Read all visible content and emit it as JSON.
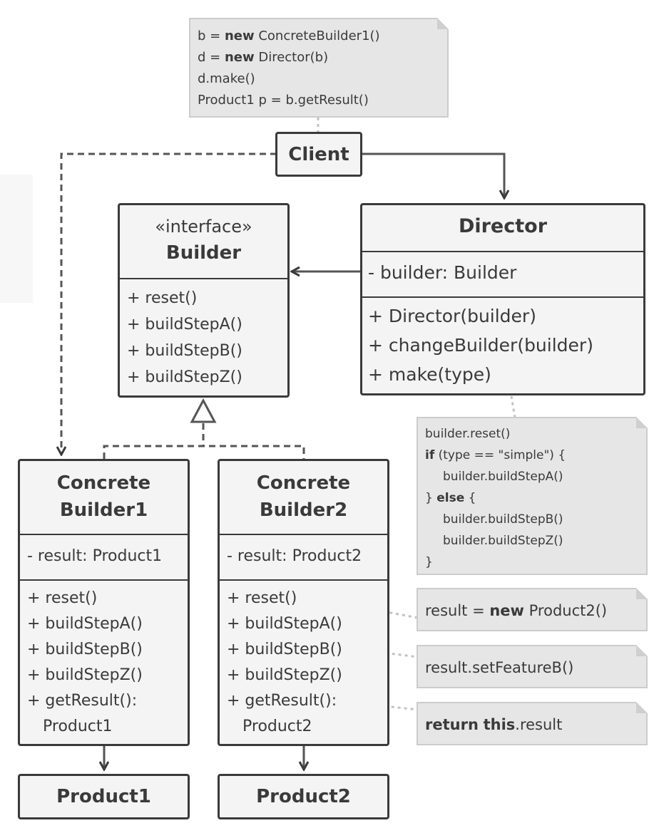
{
  "client_note": {
    "lines": [
      {
        "pre": "b = ",
        "kw": "new",
        "post": " ConcreteBuilder1()"
      },
      {
        "pre": "d = ",
        "kw": "new",
        "post": " Director(b)"
      },
      {
        "pre": "d.make()",
        "kw": "",
        "post": ""
      },
      {
        "pre": "Product1 p = b.getResult()",
        "kw": "",
        "post": ""
      }
    ]
  },
  "client": {
    "label": "Client"
  },
  "director": {
    "title": "Director",
    "field": "- builder: Builder",
    "methods": [
      "+ Director(builder)",
      "+ changeBuilder(builder)",
      "+ make(type)"
    ]
  },
  "builder": {
    "stereotype": "«interface»",
    "title": "Builder",
    "methods": [
      "+ reset()",
      "+ buildStepA()",
      "+ buildStepB()",
      "+ buildStepZ()"
    ]
  },
  "make_note": {
    "l1": "builder.reset()",
    "l2_kw": "if",
    "l2_rest": " (type == \"simple\") {",
    "l3": "builder.buildStepA()",
    "l4_pre": "} ",
    "l4_kw": "else",
    "l4_post": " {",
    "l5": "builder.buildStepB()",
    "l6": "builder.buildStepZ()",
    "l7": "}"
  },
  "cb1": {
    "title1": "Concrete",
    "title2": "Builder1",
    "field": "- result: Product1",
    "methods": [
      "+ reset()",
      "+ buildStepA()",
      "+ buildStepB()",
      "+ buildStepZ()",
      "+ getResult():",
      "Product1"
    ]
  },
  "cb2": {
    "title1": "Concrete",
    "title2": "Builder2",
    "field": "- result: Product2",
    "methods": [
      "+ reset()",
      "+ buildStepA()",
      "+ buildStepB()",
      "+ buildStepZ()",
      "+ getResult():",
      "Product2"
    ]
  },
  "reset_note": {
    "pre": "result = ",
    "kw": "new",
    "post": " Product2()"
  },
  "stepb_note": {
    "text": "result.setFeatureB()"
  },
  "getresult_note": {
    "kw1": "return",
    "kw2": "this",
    "post": ".result"
  },
  "product1": {
    "label": "Product1"
  },
  "product2": {
    "label": "Product2"
  },
  "colors": {
    "stroke": "#3a3a3a",
    "box_fill": "#f4f4f4",
    "note_fill": "#e6e6e6",
    "dotted": "#c2c2c2"
  }
}
